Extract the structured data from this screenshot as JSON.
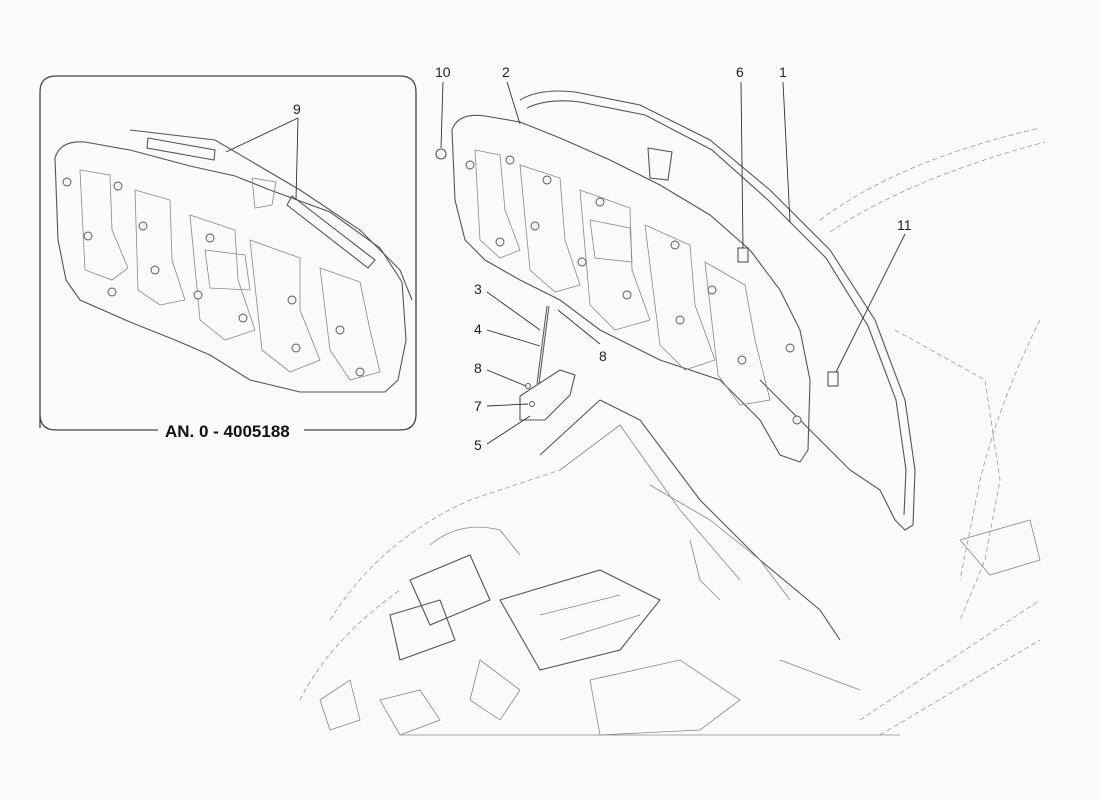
{
  "inset": {
    "caption": "AN. 0 - 4005188",
    "callouts": [
      "9"
    ]
  },
  "callouts": [
    "10",
    "2",
    "6",
    "1",
    "11",
    "3",
    "4",
    "8",
    "8",
    "7",
    "5"
  ]
}
